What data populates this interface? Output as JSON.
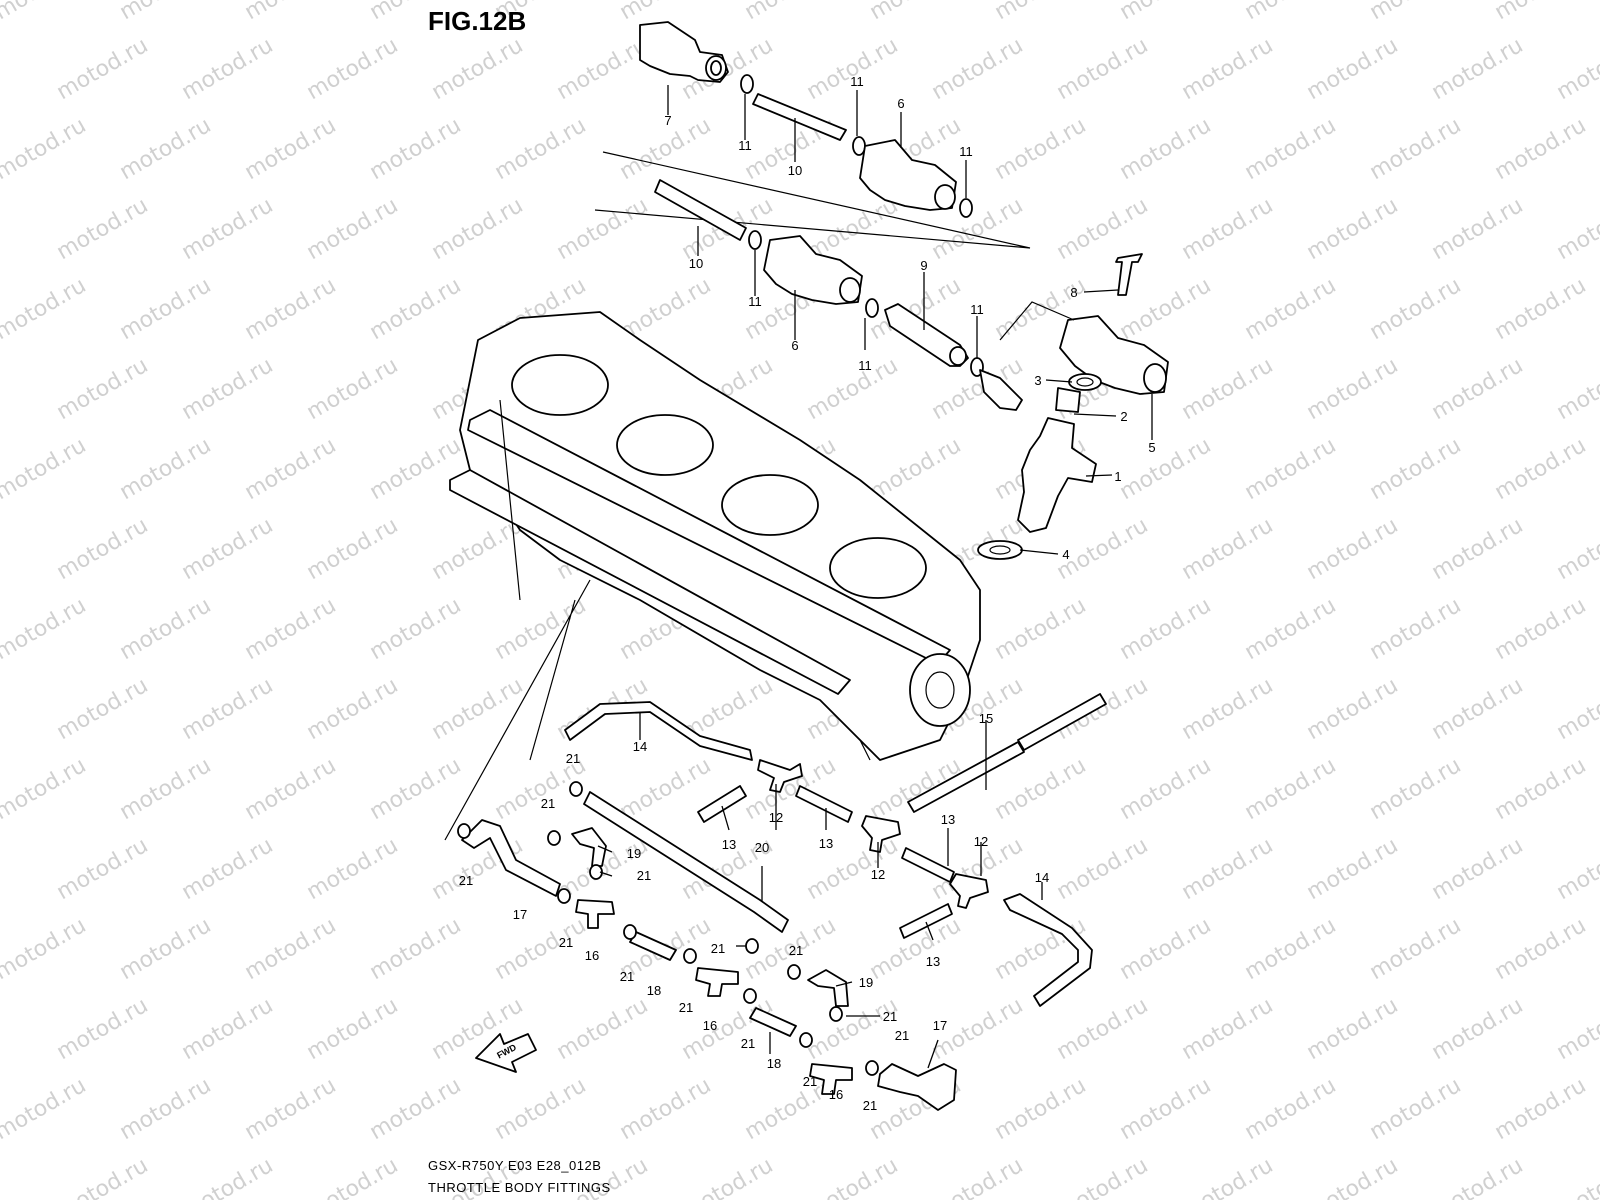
{
  "figure": {
    "title": "FIG.12B",
    "model_code": "GSX-R750Y E03 E28_012B",
    "caption": "THROTTLE BODY FITTINGS",
    "fwd_label": "FWD",
    "watermark": "motod.ru"
  },
  "callouts": [
    {
      "id": "c7",
      "label": "7"
    },
    {
      "id": "c11a",
      "label": "11"
    },
    {
      "id": "c10a",
      "label": "10"
    },
    {
      "id": "c11b",
      "label": "11"
    },
    {
      "id": "c6a",
      "label": "6"
    },
    {
      "id": "c11c",
      "label": "11"
    },
    {
      "id": "c10b",
      "label": "10"
    },
    {
      "id": "c11d",
      "label": "11"
    },
    {
      "id": "c6b",
      "label": "6"
    },
    {
      "id": "c9",
      "label": "9"
    },
    {
      "id": "c11e",
      "label": "11"
    },
    {
      "id": "c11f",
      "label": "11"
    },
    {
      "id": "c8",
      "label": "8"
    },
    {
      "id": "c3",
      "label": "3"
    },
    {
      "id": "c2",
      "label": "2"
    },
    {
      "id": "c5",
      "label": "5"
    },
    {
      "id": "c1",
      "label": "1"
    },
    {
      "id": "c4",
      "label": "4"
    },
    {
      "id": "c15",
      "label": "15"
    },
    {
      "id": "c14a",
      "label": "14"
    },
    {
      "id": "c21a",
      "label": "21"
    },
    {
      "id": "c21b",
      "label": "21"
    },
    {
      "id": "c12a",
      "label": "12"
    },
    {
      "id": "c13a",
      "label": "13"
    },
    {
      "id": "c13b",
      "label": "13"
    },
    {
      "id": "c13c",
      "label": "13"
    },
    {
      "id": "c12b",
      "label": "12"
    },
    {
      "id": "c12c",
      "label": "12"
    },
    {
      "id": "c19a",
      "label": "19"
    },
    {
      "id": "c20",
      "label": "20"
    },
    {
      "id": "c21c",
      "label": "21"
    },
    {
      "id": "c21d",
      "label": "21"
    },
    {
      "id": "c17a",
      "label": "17"
    },
    {
      "id": "c21e",
      "label": "21"
    },
    {
      "id": "c16a",
      "label": "16"
    },
    {
      "id": "c14b",
      "label": "14"
    },
    {
      "id": "c13d",
      "label": "13"
    },
    {
      "id": "c21f",
      "label": "21"
    },
    {
      "id": "c21g",
      "label": "21"
    },
    {
      "id": "c18a",
      "label": "18"
    },
    {
      "id": "c21h",
      "label": "21"
    },
    {
      "id": "c21i",
      "label": "21"
    },
    {
      "id": "c19b",
      "label": "19"
    },
    {
      "id": "c16b",
      "label": "16"
    },
    {
      "id": "c21j",
      "label": "21"
    },
    {
      "id": "c21k",
      "label": "21"
    },
    {
      "id": "c17b",
      "label": "17"
    },
    {
      "id": "c21l",
      "label": "21"
    },
    {
      "id": "c18b",
      "label": "18"
    },
    {
      "id": "c21m",
      "label": "21"
    },
    {
      "id": "c21n",
      "label": "21"
    },
    {
      "id": "c16c",
      "label": "16"
    }
  ]
}
